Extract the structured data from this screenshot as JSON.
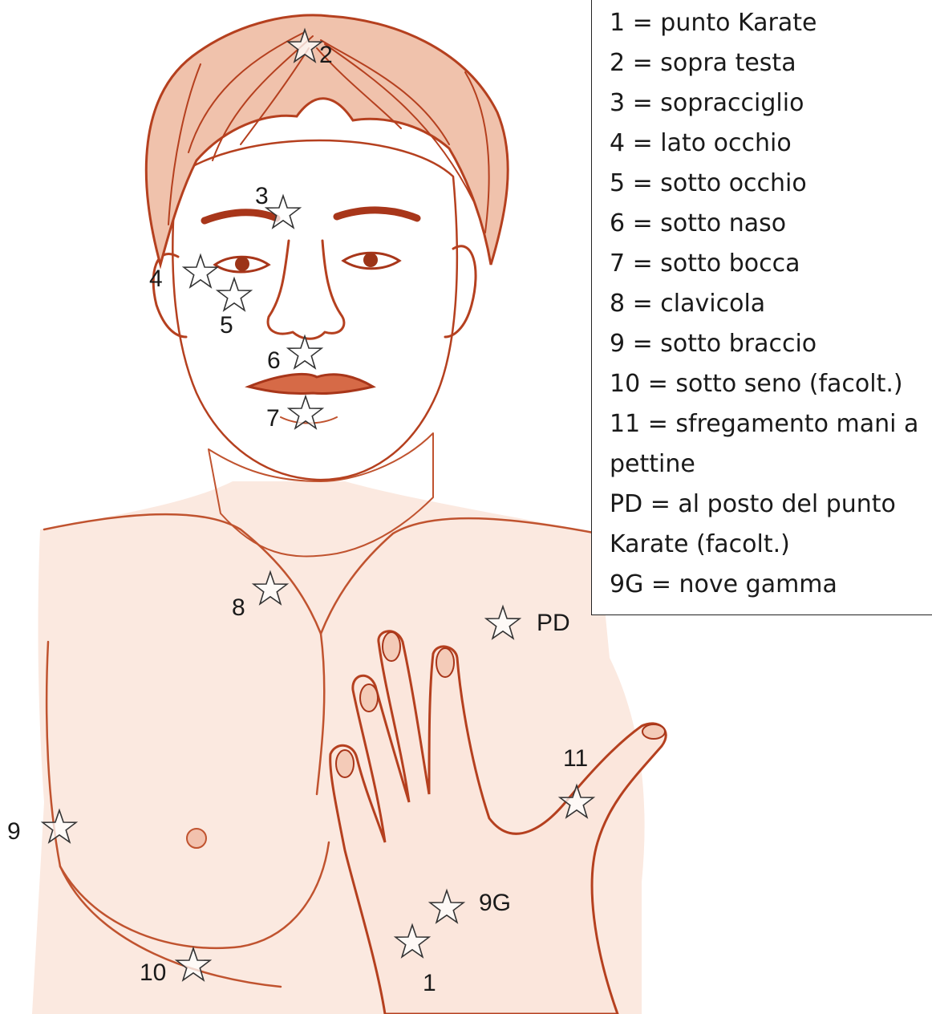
{
  "figure": {
    "ink_color": "#b5401f",
    "shade_color": "#f7ddd0",
    "star_fill": "#ffffff",
    "star_stroke": "#333333"
  },
  "points": [
    {
      "id": "p2",
      "label": "2"
    },
    {
      "id": "p3",
      "label": "3"
    },
    {
      "id": "p4",
      "label": "4"
    },
    {
      "id": "p5",
      "label": "5"
    },
    {
      "id": "p6",
      "label": "6"
    },
    {
      "id": "p7",
      "label": "7"
    },
    {
      "id": "p8",
      "label": "8"
    },
    {
      "id": "pPD",
      "label": "PD"
    },
    {
      "id": "p11",
      "label": "11"
    },
    {
      "id": "p9",
      "label": "9"
    },
    {
      "id": "p9G",
      "label": "9G"
    },
    {
      "id": "p1",
      "label": "1"
    },
    {
      "id": "p10",
      "label": "10"
    }
  ],
  "legend": {
    "lines": [
      "1 = punto Karate",
      "2 = sopra testa",
      "3 = sopracciglio",
      "4 = lato occhio",
      "5 = sotto occhio",
      "6 = sotto naso",
      "7 = sotto bocca",
      "8 = clavicola",
      "9 = sotto braccio",
      "10 = sotto seno (facolt.)",
      "11 = sfregamento mani a",
      "pettine",
      "PD = al posto del punto",
      "Karate (facolt.)",
      "9G = nove gamma"
    ]
  }
}
